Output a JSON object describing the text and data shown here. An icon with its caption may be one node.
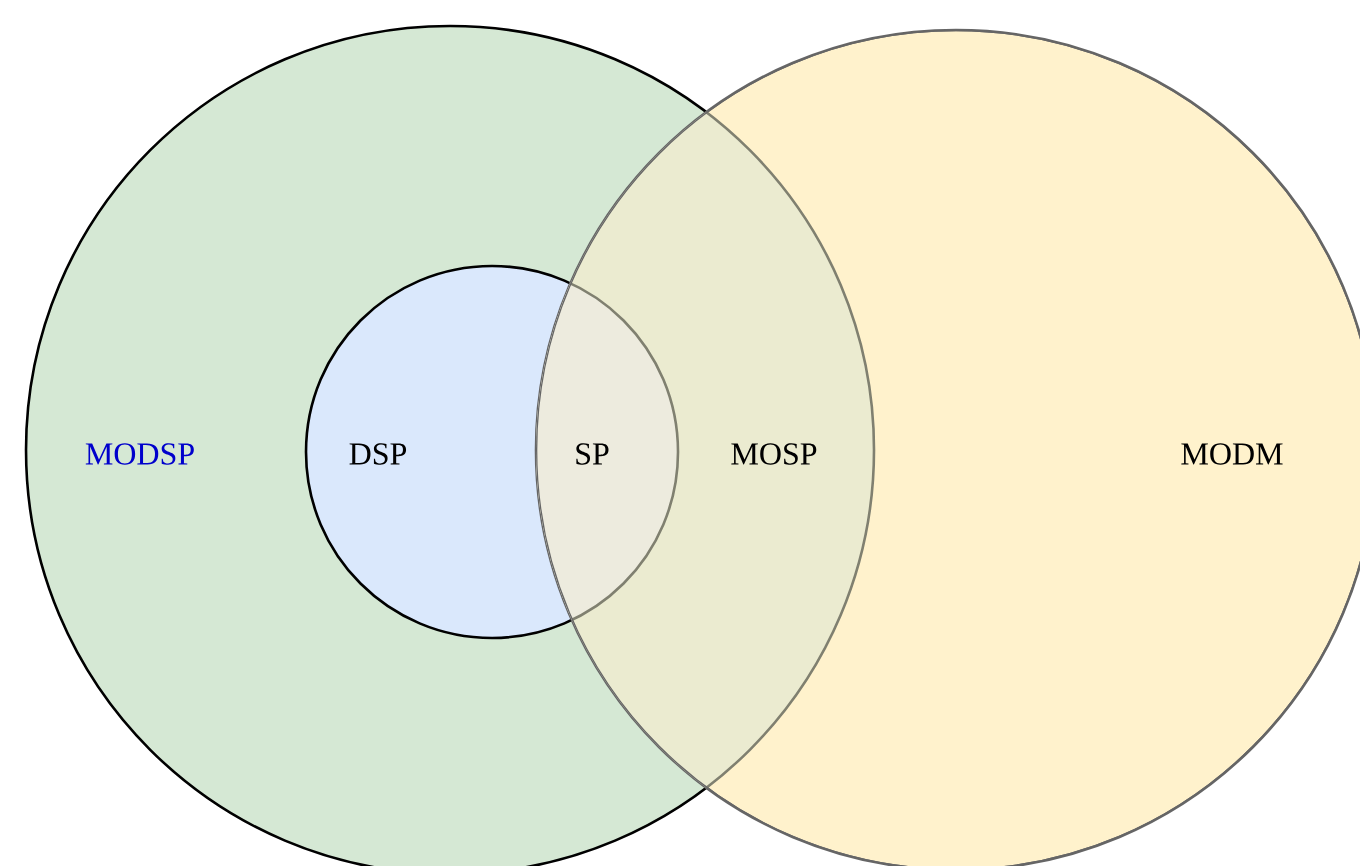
{
  "diagram": {
    "nodes": [
      {
        "text": [
          "MODSP"
        ]
      },
      {
        "text": [
          "DSP"
        ],
        "in": 0
      },
      {
        "text": [
          "MODM"
        ]
      }
    ],
    "labels": [
      "SP",
      "MOSP"
    ]
  }
}
